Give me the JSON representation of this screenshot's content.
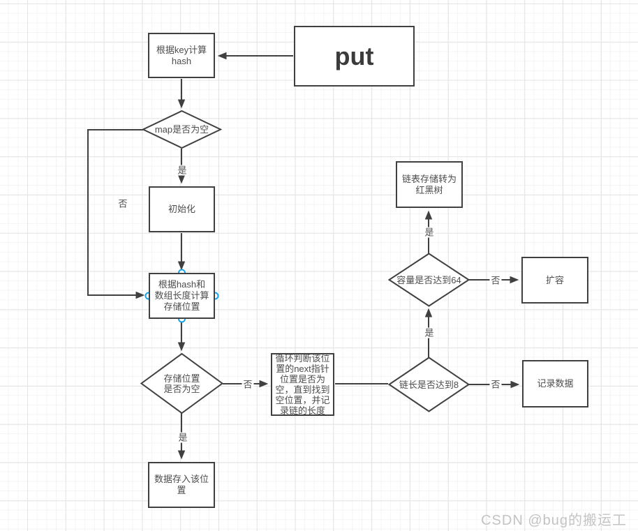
{
  "nodes": {
    "put": "put",
    "compute_hash": "根据key计算\nhash",
    "map_empty": "map是否为空",
    "init": "初始化",
    "compute_index": "根据hash和\n数组长度计算\n存储位置",
    "slot_empty": "存储位置\n是否为空",
    "store_data": "数据存入该位\n置",
    "loop_next": "循环判断该位\n置的next指针\n位置是否为\n空，直到找到\n空位置，并记\n录链的长度",
    "chain_len": "链长是否达到8",
    "record_data": "记录数据",
    "capacity": "容量是否达到64",
    "resize": "扩容",
    "to_rbtree": "链表存储转为\n红黑树"
  },
  "edge_labels": {
    "map_yes": "是",
    "map_no": "否",
    "slot_yes": "是",
    "slot_no": "否",
    "chain_no": "否",
    "chain_yes": "是",
    "cap_yes": "是",
    "cap_no": "否"
  },
  "watermark": "CSDN @bug的搬运工",
  "colors": {
    "stroke": "#404040",
    "text": "#4d4d4d",
    "connection_point": "#1ba1e2",
    "grid_minor": "#f4f4f4",
    "grid_major": "#e4e4e4"
  }
}
